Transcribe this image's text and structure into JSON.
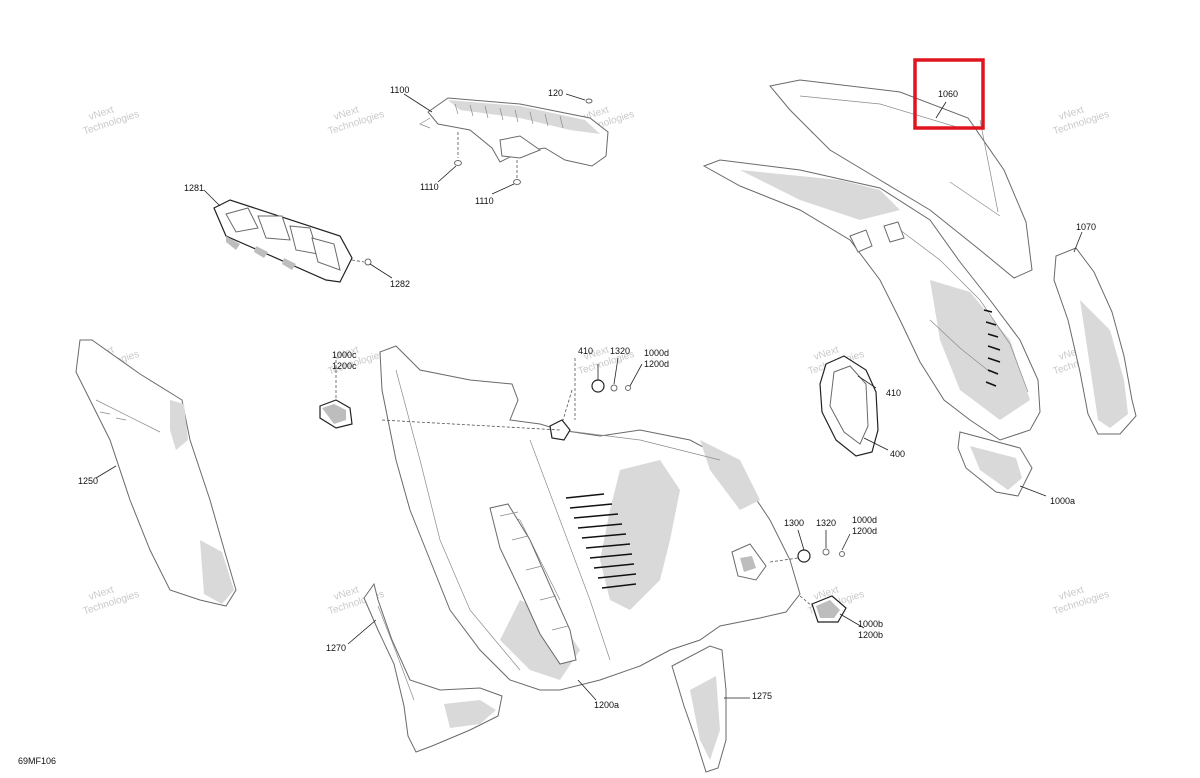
{
  "diagram_code": "69MF106",
  "highlight": {
    "color": "#e0141e",
    "label": "1060"
  },
  "watermark_lines": [
    "vNext",
    "Technologies"
  ],
  "callouts": {
    "c1100": "1100",
    "c120": "120",
    "c1110a": "1110",
    "c1110b": "1110",
    "c1281": "1281",
    "c1282": "1282",
    "c1060": "1060",
    "c1070": "1070",
    "c1000c": "1000c",
    "c1200c": "1200c",
    "c410a": "410",
    "c1320a": "1320",
    "c1000d_a": "1000d",
    "c1200d_a": "1200d",
    "c410b": "410",
    "c400": "400",
    "c1000a": "1000a",
    "c1250": "1250",
    "c1300": "1300",
    "c1320b": "1320",
    "c1000d_b": "1000d",
    "c1200d_b": "1200d",
    "c1000b": "1000b",
    "c1200b": "1200b",
    "c1270": "1270",
    "c1275": "1275",
    "c1200a": "1200a"
  }
}
